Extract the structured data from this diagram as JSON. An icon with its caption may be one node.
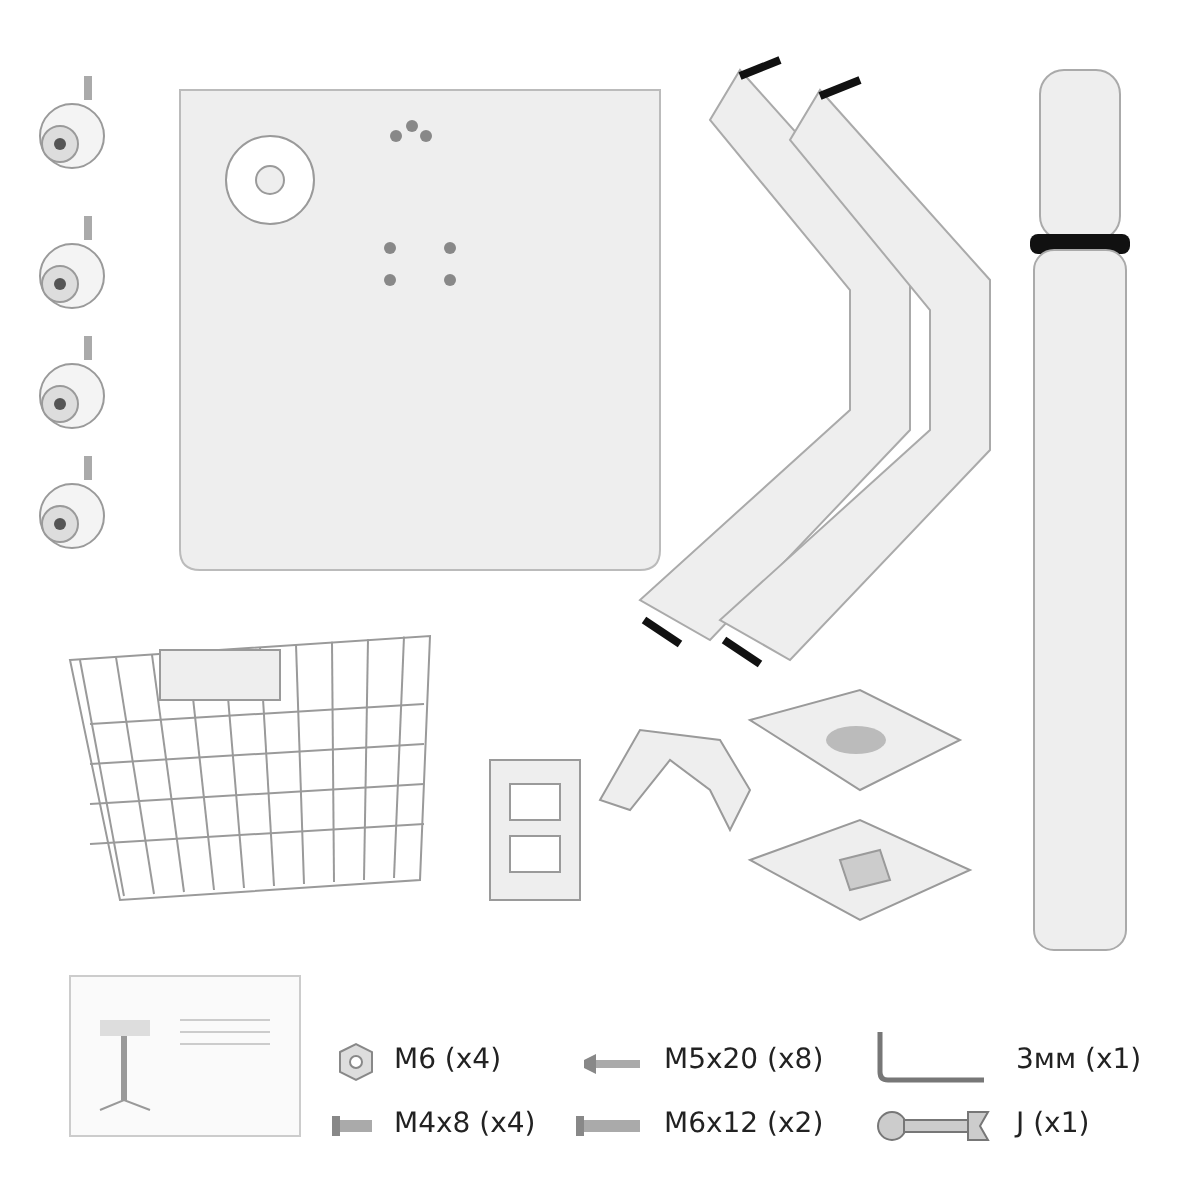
{
  "diagram": {
    "labels": [
      "M6 (x4)",
      "M5x20 (x8)",
      "3мм (x1)",
      "M4x8 (x4)",
      "M6x12 (x2)",
      "J (x1)"
    ]
  }
}
